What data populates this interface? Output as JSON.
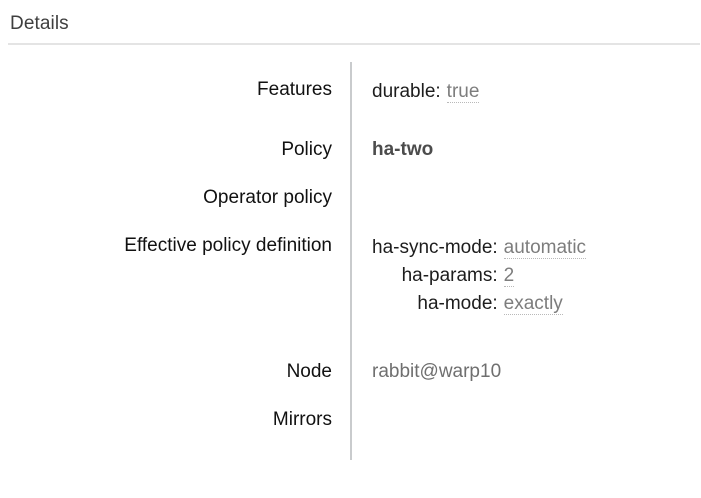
{
  "panel": {
    "title": "Details"
  },
  "rows": [
    {
      "label": "Features",
      "type": "kv",
      "pairs": [
        {
          "key": "durable:",
          "value": "true"
        }
      ]
    },
    {
      "label": "Policy",
      "type": "link",
      "value": "ha-two"
    },
    {
      "label": "Operator policy",
      "type": "empty",
      "value": ""
    },
    {
      "label": "Effective policy definition",
      "type": "kv",
      "pairs": [
        {
          "key": "ha-sync-mode:",
          "value": "automatic"
        },
        {
          "key": "ha-params:",
          "value": "2"
        },
        {
          "key": "ha-mode:",
          "value": "exactly"
        }
      ]
    },
    {
      "label": "Node",
      "type": "text",
      "value": "rabbit@warp10"
    },
    {
      "label": "Mirrors",
      "type": "empty",
      "value": ""
    }
  ],
  "colors": {
    "background": "#ffffff",
    "heading": "#3f3f3f",
    "rule": "#e4e4e4",
    "divider": "#c9cbcd",
    "label": "#111111",
    "key": "#1d1d1d",
    "value_muted": "#7d7d7d",
    "link_bold": "#4c4c4c",
    "node_text": "#6f6f6f"
  }
}
